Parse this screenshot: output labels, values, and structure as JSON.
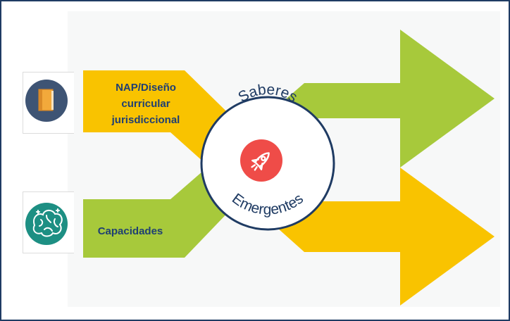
{
  "diagram": {
    "input_top": {
      "label_lines": [
        "NAP/Diseño",
        "curricular",
        "jurisdiccional"
      ],
      "icon": "book-icon"
    },
    "input_bottom": {
      "label": "Capacidades",
      "icon": "brain-icon"
    },
    "center": {
      "top_text": "Saberes",
      "bottom_text": "Emergentes",
      "icon": "rocket-icon"
    },
    "colors": {
      "yellow": "#f9c300",
      "green": "#a7c93b",
      "navy": "#1f3b63",
      "label": "#1f3f73",
      "book_circle": "#3e5474",
      "brain_circle": "#1d8f83",
      "rocket_circle": "#ef4c48"
    }
  }
}
